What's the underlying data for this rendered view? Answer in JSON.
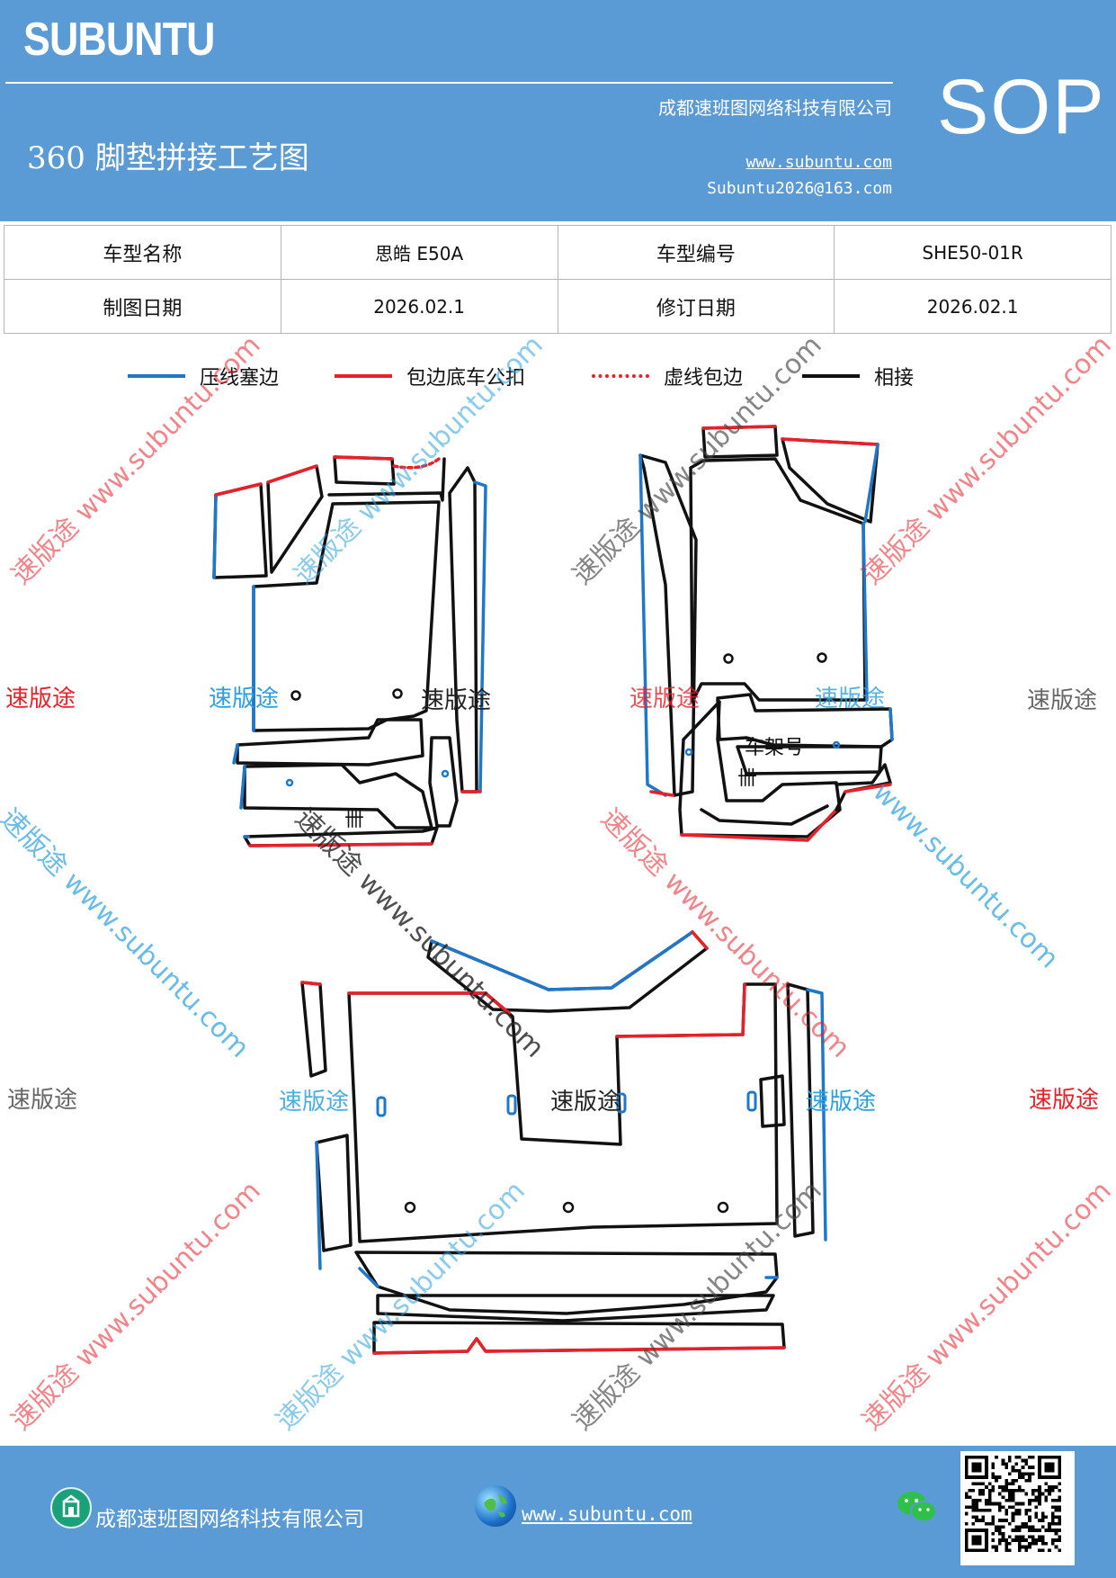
{
  "header": {
    "brand": "SUBUNTU",
    "company": "成都速班图网络科技有限公司",
    "title": "360 脚垫拼接工艺图",
    "website": "www.subuntu.com",
    "email": "Subuntu2026@163.com",
    "badge": "SOP"
  },
  "info": {
    "model_name_label": "车型名称",
    "model_name": "思皓 E50A",
    "model_code_label": "车型编号",
    "model_code": "SHE50-01R",
    "draw_date_label": "制图日期",
    "draw_date": "2026.02.1",
    "revise_date_label": "修订日期",
    "revise_date": "2026.02.1"
  },
  "legend": [
    {
      "label": "压线塞边",
      "color": "#1f77c8",
      "style": "solid"
    },
    {
      "label": "包边底车公扣",
      "color": "#e8202a",
      "style": "solid"
    },
    {
      "label": "虚线包边",
      "color": "#e8202a",
      "style": "dotted"
    },
    {
      "label": "相接",
      "color": "#111111",
      "style": "solid"
    }
  ],
  "labels": {
    "frame_no": "车架号",
    "chair_mark": "卌",
    "watermark_cn": "速版途",
    "watermark_url": "速版途 www.subuntu.com",
    "watermark_url_short": "www.subuntu.com"
  },
  "colors": {
    "header_bg": "#5b9bd5",
    "blue_line": "#1f77c8",
    "red_line": "#e8202a",
    "black_line": "#111111"
  },
  "footer": {
    "company": "成都速班图网络科技有限公司",
    "website": "www.subuntu.com",
    "icons": [
      "building-icon",
      "globe-icon",
      "wechat-icon",
      "qr-code"
    ]
  }
}
